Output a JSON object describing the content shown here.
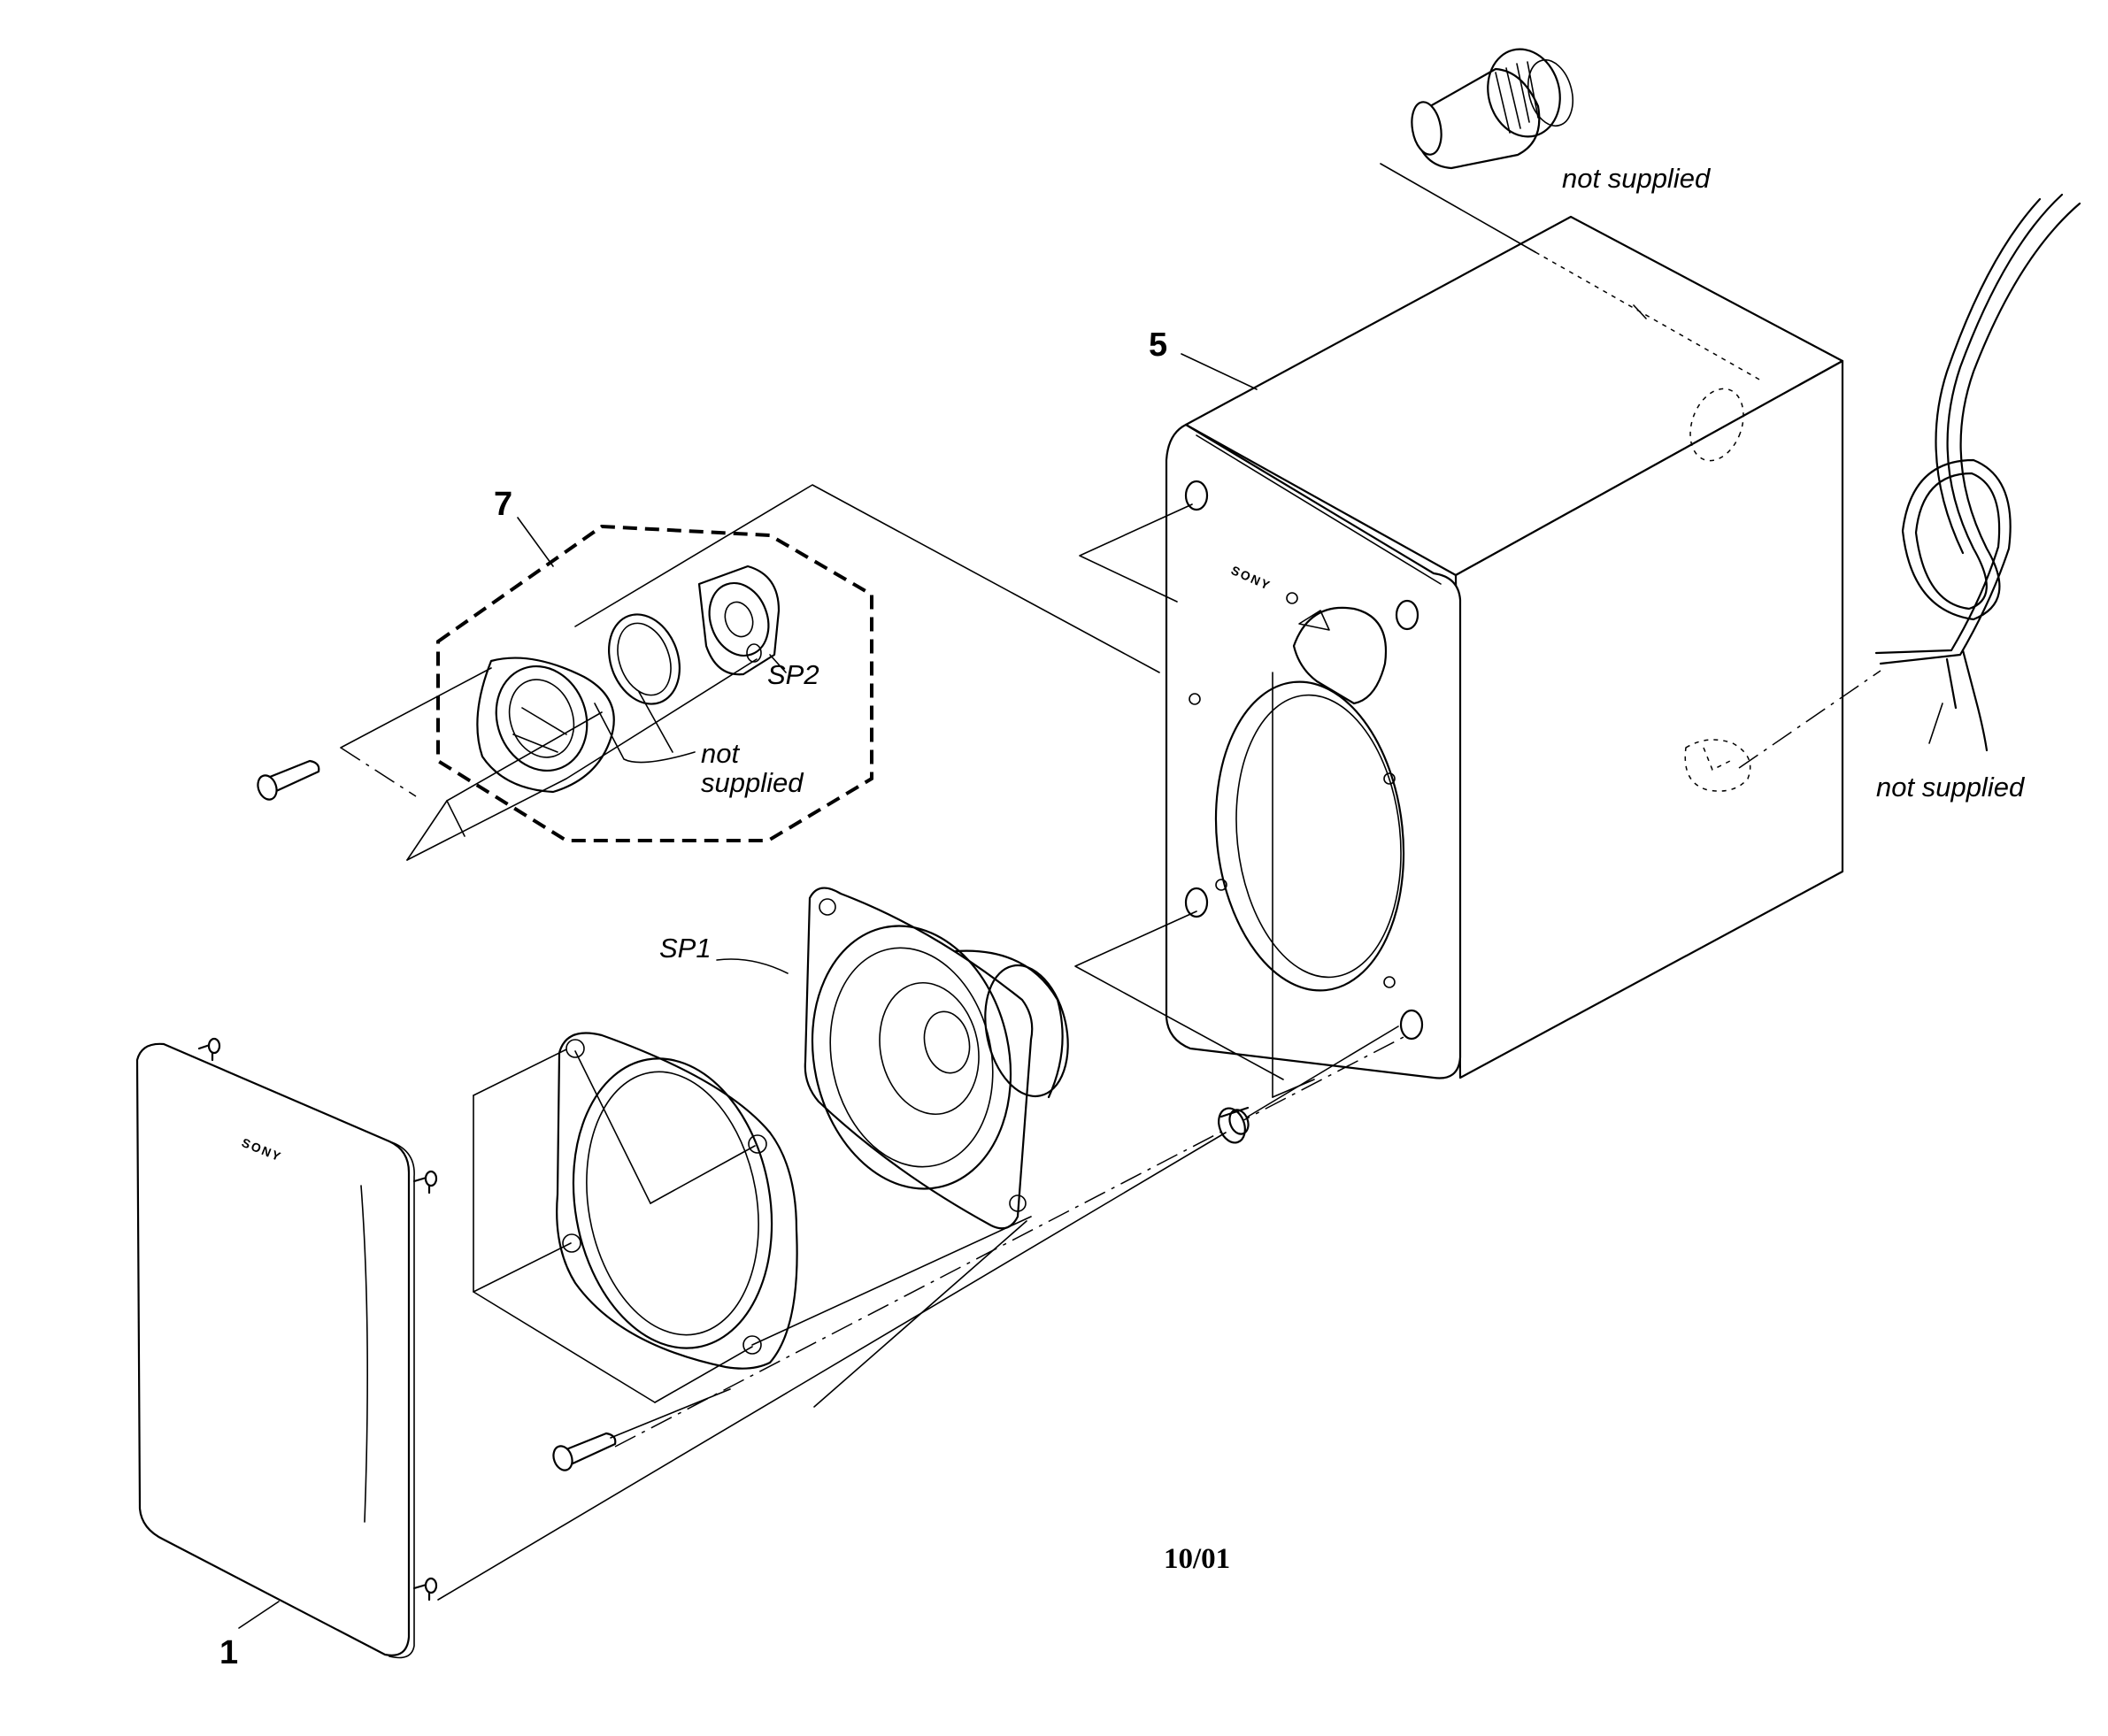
{
  "callouts": {
    "front_grille": "1",
    "cabinet": "5",
    "tweeter_assembly": "7"
  },
  "parts": {
    "woofer": "SP1",
    "tweeter": "SP2"
  },
  "notes": {
    "not_supplied": "not supplied",
    "not_supplied_split_line1": "not",
    "not_supplied_split_line2": "supplied"
  },
  "brand_marks": {
    "grille_logo": "SONY",
    "cabinet_logo": "SONY"
  },
  "revision_date": "10/01",
  "colors": {
    "ink": "#000000",
    "paper": "#ffffff"
  }
}
